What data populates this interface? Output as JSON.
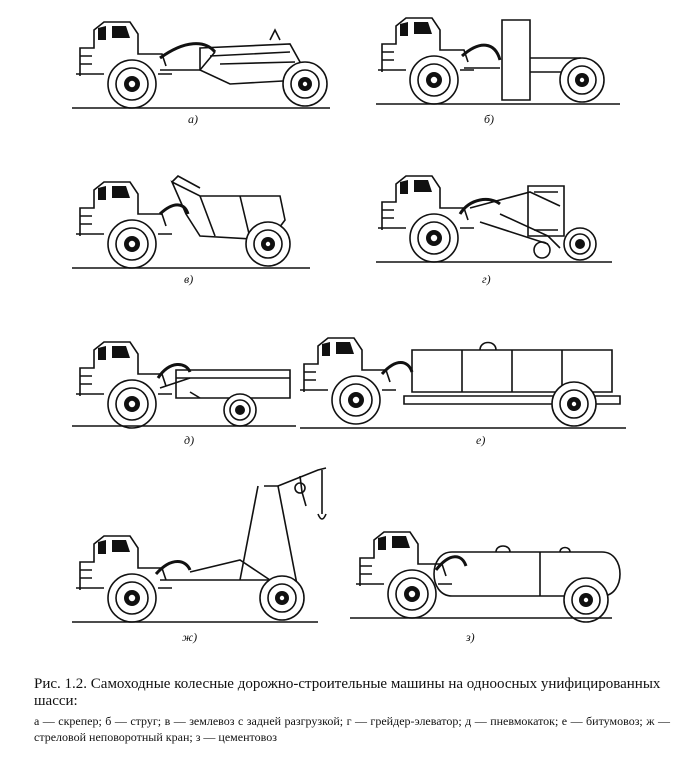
{
  "figure": {
    "panels": [
      {
        "id": "a",
        "label": "а)"
      },
      {
        "id": "b",
        "label": "б)"
      },
      {
        "id": "v",
        "label": "в)"
      },
      {
        "id": "g",
        "label": "г)"
      },
      {
        "id": "d",
        "label": "д)"
      },
      {
        "id": "e",
        "label": "е)"
      },
      {
        "id": "zh",
        "label": "ж)"
      },
      {
        "id": "z",
        "label": "з)"
      }
    ]
  },
  "caption": {
    "title": "Рис. 1.2. Самоходные колесные дорожно-строительные машины на одноосных унифицированных шасси:",
    "legend": "а — скрепер; б — струг; в — землевоз с задней разгрузкой; г — грейдер-элеватор; д — пневмокаток; е — битумовоз; ж — стреловой неповоротный кран; з — цементовоз"
  }
}
